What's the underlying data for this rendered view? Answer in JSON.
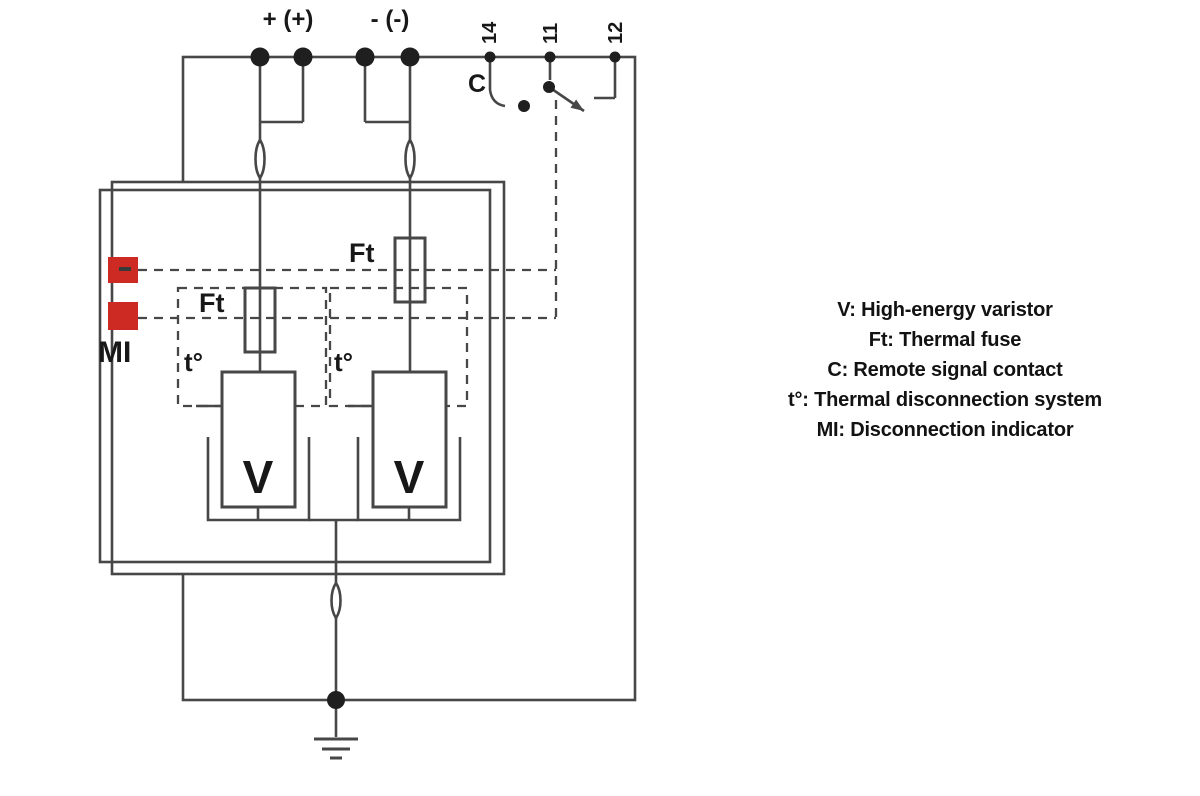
{
  "colors": {
    "line": "#474747",
    "text": "#181818",
    "terminal_dot": "#1f1f1f",
    "indicator_red": "#cd2a24",
    "background": "#ffffff"
  },
  "diagram": {
    "terminal_plus_label": "+ (+)",
    "terminal_minus_label": "- (-)",
    "contact_terminals": [
      "14",
      "11",
      "12"
    ],
    "contact_label": "C",
    "fuse_label_left": "Ft",
    "fuse_label_right": "Ft",
    "thermal_label_left": "t°",
    "thermal_label_right": "t°",
    "indicator_label": "MI",
    "varistor_label_left": "V",
    "varistor_label_right": "V"
  },
  "legend": {
    "lines": [
      "V: High-energy varistor",
      "Ft: Thermal fuse",
      "C: Remote signal contact",
      "t°: Thermal disconnection system",
      "MI: Disconnection indicator"
    ]
  }
}
